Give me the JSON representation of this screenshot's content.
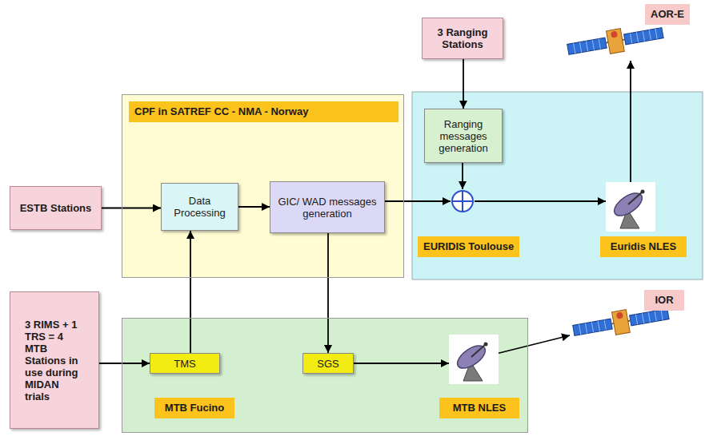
{
  "diagram": {
    "nodes": [
      {
        "text": [
          "ESTB Stations"
        ]
      },
      {
        "text": [
          "CPF in SATREF CC - NMA - Norway"
        ]
      },
      {
        "text": [
          "Data Processing"
        ],
        "in": 1
      },
      {
        "text": [
          "GIC/ WAD messages generation"
        ],
        "in": 1
      },
      {
        "text": [
          "3 Ranging Stations"
        ]
      },
      {
        "text": [
          "Ranging messages generation"
        ]
      },
      {
        "text": [
          "EURIDIS Toulouse"
        ]
      },
      {
        "text": [
          "Euridis NLES"
        ]
      },
      {
        "text": [
          "AOR-E"
        ]
      },
      {
        "text": [
          "3 RIMS + 1 TRS = 4 MTB Stations in use during MIDAN trials"
        ]
      },
      {
        "text": [
          "MTB Fucino"
        ]
      },
      {
        "text": [
          "TMS"
        ],
        "in": 10
      },
      {
        "text": [
          "SGS"
        ],
        "in": 10
      },
      {
        "text": [
          "MTB NLES"
        ],
        "in": 10
      },
      {
        "text": [
          "IOR"
        ]
      }
    ],
    "edges": [
      {
        "from": 0,
        "to": 2,
        "arrow": "to"
      },
      {
        "from": 2,
        "to": 3,
        "arrow": "to"
      },
      {
        "from": 3,
        "to": 6,
        "arrow": "to"
      },
      {
        "from": 4,
        "to": 5,
        "arrow": "to"
      },
      {
        "from": 5,
        "to": 6,
        "arrow": "to"
      },
      {
        "from": 6,
        "to": 7,
        "arrow": "to"
      },
      {
        "from": 7,
        "to": 8,
        "arrow": "to"
      },
      {
        "from": 9,
        "to": 11,
        "arrow": "to"
      },
      {
        "from": 11,
        "to": 2,
        "arrow": "to"
      },
      {
        "from": 3,
        "to": 12,
        "arrow": "to"
      },
      {
        "from": 12,
        "to": 13,
        "arrow": "to"
      },
      {
        "from": 13,
        "to": 14,
        "arrow": "to"
      }
    ]
  }
}
